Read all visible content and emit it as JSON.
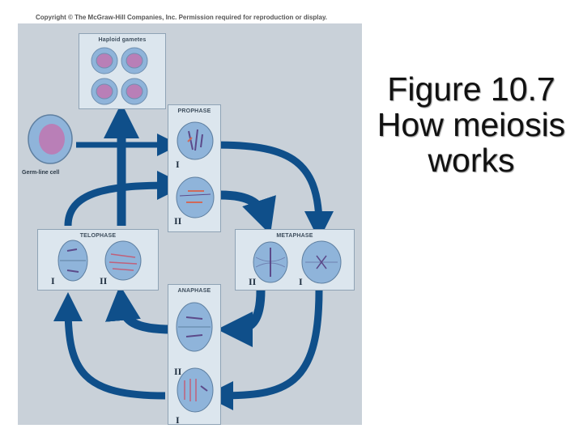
{
  "copyright": "Copyright © The McGraw-Hill Companies, Inc. Permission required for reproduction or display.",
  "slide": {
    "title_line1": "Figure 10.7",
    "title_line2": "How meiosis",
    "title_line3": "works"
  },
  "diagram": {
    "germ_line_cell": "Germ-line cell",
    "haploid_gametes": "Haploid gametes",
    "prophase": "PROPHASE",
    "metaphase": "METAPHASE",
    "anaphase": "ANAPHASE",
    "telophase": "TELOPHASE",
    "roman_one": "I",
    "roman_two": "II"
  },
  "colors": {
    "arrow": "#0f4f8a",
    "box": "#dce6ee",
    "panel": "#c9d1d9",
    "cell_fill": "#8fb4da",
    "nucleus": "#b97fb7"
  }
}
